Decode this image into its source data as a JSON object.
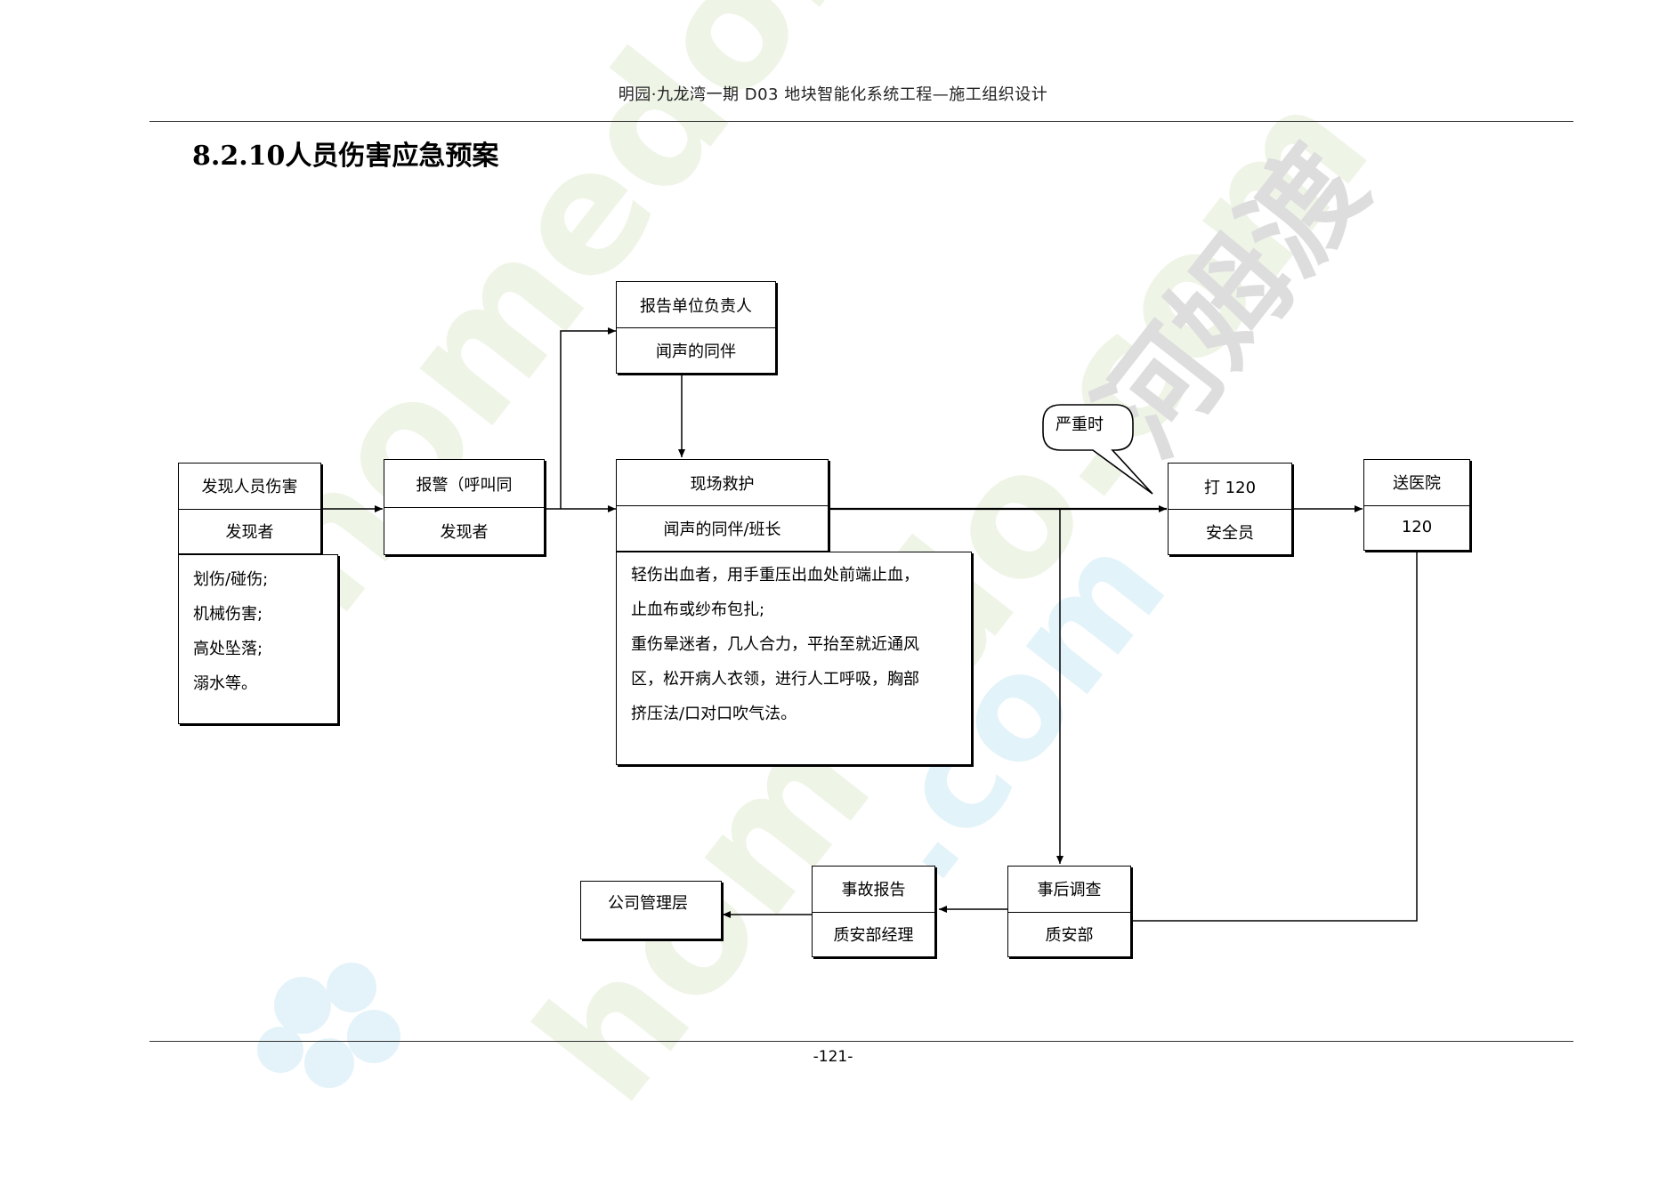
{
  "header": {
    "title": "明园·九龙湾一期 D03 地块智能化系统工程—施工组织设计"
  },
  "section": {
    "title": "8.2.10人员伤害应急预案"
  },
  "flow": {
    "discover": {
      "title": "发现人员伤害",
      "role": "发现者"
    },
    "discover_note": [
      "划伤/碰伤;",
      "机械伤害;",
      "高处坠落;",
      "溺水等。"
    ],
    "alarm": {
      "title": "报警（呼叫同",
      "role": "发现者"
    },
    "report": {
      "title": "报告单位负责人",
      "role": "闻声的同伴"
    },
    "rescue": {
      "title": "现场救护",
      "role": "闻声的同伴/班长"
    },
    "rescue_note": [
      "轻伤出血者，用手重压出血处前端止血，",
      "止血布或纱布包扎;",
      "重伤晕迷者，几人合力，平抬至就近通风",
      "区，松开病人衣领，进行人工呼吸，胸部",
      "挤压法/口对口吹气法。"
    ],
    "callout": "严重时",
    "call120": {
      "title": "打 120",
      "role": "安全员"
    },
    "hospital": {
      "title": "送医院",
      "role": "120"
    },
    "investigate": {
      "title": "事后调查",
      "role": "质安部"
    },
    "accident_report": {
      "title": "事故报告",
      "role": "质安部经理"
    },
    "management": {
      "title": "公司管理层"
    }
  },
  "footer": {
    "page": "-121-"
  },
  "watermark": {
    "brand_cn": "河姆渡",
    "brand_url": "homedo.com"
  }
}
